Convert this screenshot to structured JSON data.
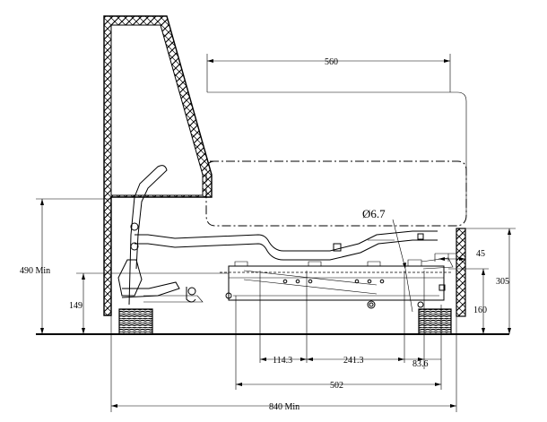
{
  "dimensions": {
    "width_560": "560",
    "diameter": "Ø6.7",
    "depth_45": "45",
    "height_490": "490 Min",
    "height_149": "149",
    "height_305": "305",
    "height_160": "160",
    "span_114": "114.3",
    "span_241": "241.3",
    "span_83": "83.6",
    "span_502": "502",
    "length_840": "840 Min"
  }
}
